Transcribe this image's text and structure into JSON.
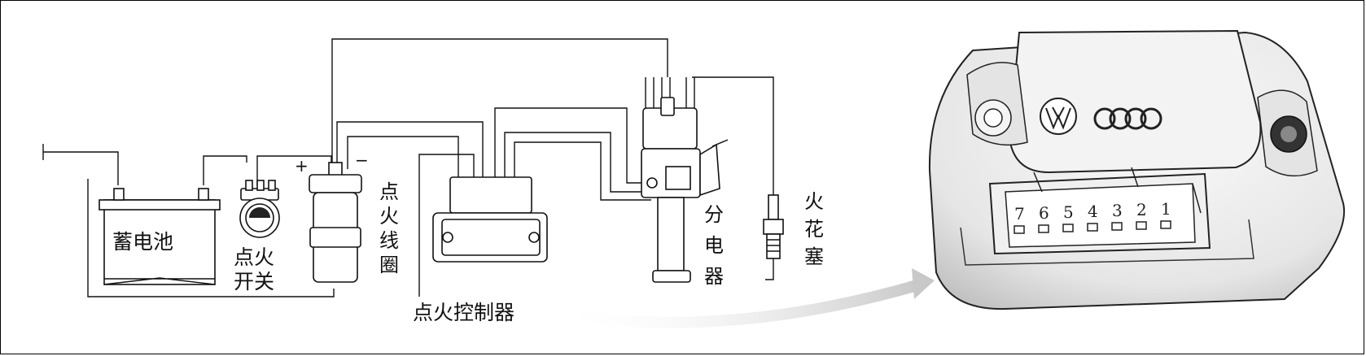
{
  "labels": {
    "battery": "蓄电池",
    "switch": [
      "点火",
      "开关"
    ],
    "coil": "点火线圈",
    "controller": "点火控制器",
    "distributor": "分电器",
    "spark_plug": "火花塞",
    "plus": "+",
    "minus": "−"
  },
  "connector_pins": [
    "7",
    "6",
    "5",
    "4",
    "3",
    "2",
    "1"
  ],
  "logos": [
    "VW",
    "Audi four rings"
  ]
}
